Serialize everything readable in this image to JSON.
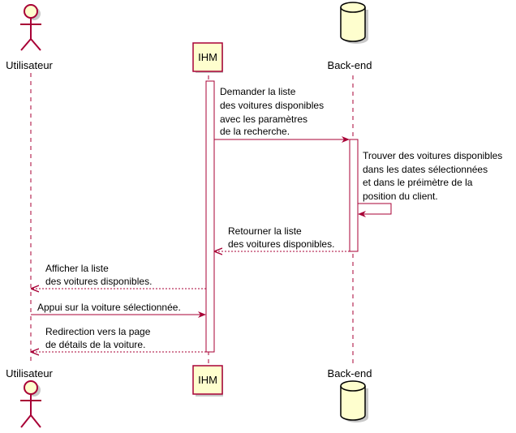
{
  "participants": {
    "user": {
      "label": "Utilisateur",
      "kind": "actor"
    },
    "ihm": {
      "label": "IHM",
      "kind": "participant"
    },
    "backend": {
      "label": "Back-end",
      "kind": "database"
    }
  },
  "messages": [
    {
      "from": "IHM",
      "to": "Back-end",
      "style": "solid",
      "lines": [
        "Demander la liste",
        "des voitures disponibles",
        "avec les paramètres",
        "de la recherche."
      ]
    },
    {
      "from": "Back-end",
      "to": "Back-end",
      "style": "solid",
      "lines": [
        "Trouver des voitures disponibles",
        "dans les dates sélectionnées",
        "et dans le préimètre de la",
        "position du client."
      ]
    },
    {
      "from": "Back-end",
      "to": "IHM",
      "style": "dashed",
      "lines": [
        "Retourner la liste",
        "des voitures disponibles."
      ]
    },
    {
      "from": "IHM",
      "to": "Utilisateur",
      "style": "dashed",
      "lines": [
        "Afficher la liste",
        "des voitures disponibles."
      ]
    },
    {
      "from": "Utilisateur",
      "to": "IHM",
      "style": "solid",
      "lines": [
        "Appui sur la voiture sélectionnée."
      ]
    },
    {
      "from": "IHM",
      "to": "Utilisateur",
      "style": "dashed",
      "lines": [
        "Redirection vers la page",
        "de détails de la voiture."
      ]
    }
  ],
  "colors": {
    "line": "#A80036",
    "participant_fill": "#FEFECE",
    "shadow": "#c8c8c8",
    "lifeline": "#A80036"
  }
}
